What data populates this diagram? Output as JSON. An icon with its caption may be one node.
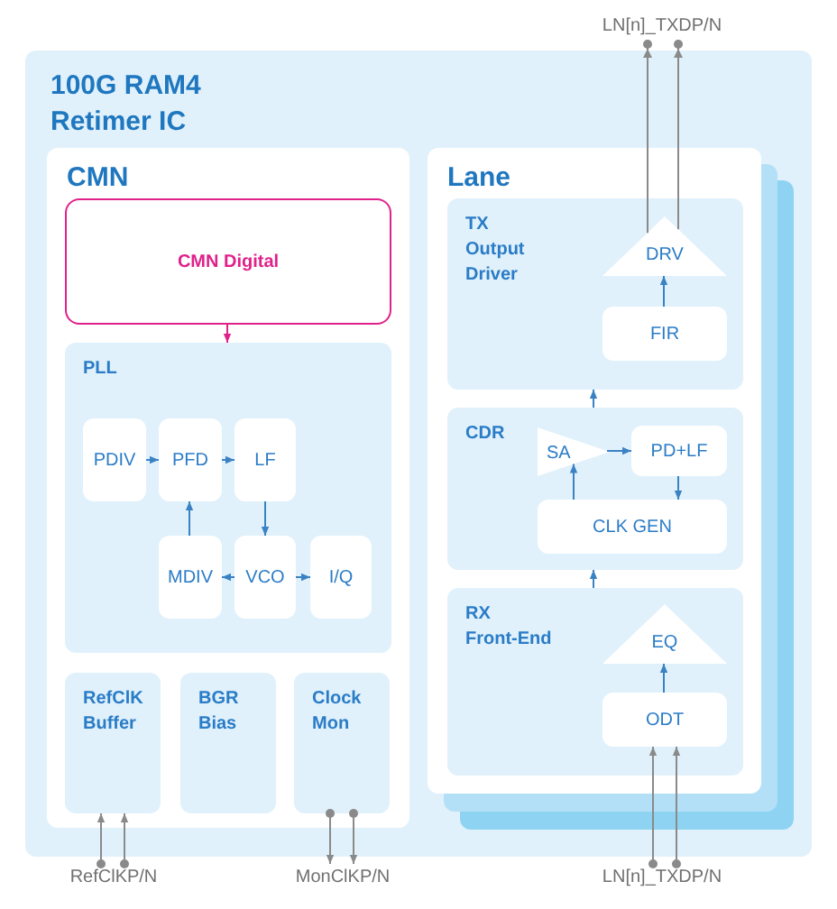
{
  "diagram": {
    "nodes": [
      {
        "text": [
          "100G RAM4 Retimer IC"
        ]
      },
      {
        "text": [
          "CMN"
        ],
        "in": 0
      },
      {
        "text": [
          "CMN Digital"
        ],
        "in": 1
      },
      {
        "text": [
          "PLL"
        ],
        "in": 1
      },
      {
        "text": [
          "PDIV"
        ],
        "in": 3
      },
      {
        "text": [
          "PFD"
        ],
        "in": 3
      },
      {
        "text": [
          "LF"
        ],
        "in": 3
      },
      {
        "text": [
          "MDIV"
        ],
        "in": 3
      },
      {
        "text": [
          "VCO"
        ],
        "in": 3
      },
      {
        "text": [
          "I/Q"
        ],
        "in": 3
      },
      {
        "text": [
          "RefClK Buffer"
        ],
        "in": 1
      },
      {
        "text": [
          "BGR Bias"
        ],
        "in": 1
      },
      {
        "text": [
          "Clock Mon"
        ],
        "in": 1
      },
      {
        "text": [
          "Lane"
        ],
        "in": 0
      },
      {
        "text": [
          "TX Output Driver"
        ],
        "in": 13
      },
      {
        "text": [
          "DRV"
        ],
        "in": 14
      },
      {
        "text": [
          "FIR"
        ],
        "in": 14
      },
      {
        "text": [
          "CDR"
        ],
        "in": 13
      },
      {
        "text": [
          "SA"
        ],
        "in": 17
      },
      {
        "text": [
          "PD+LF"
        ],
        "in": 17
      },
      {
        "text": [
          "CLK GEN"
        ],
        "in": 17
      },
      {
        "text": [
          "RX Front-End"
        ],
        "in": 13
      },
      {
        "text": [
          "EQ"
        ],
        "in": 21
      },
      {
        "text": [
          "ODT"
        ],
        "in": 21
      },
      {
        "text": [
          "LN[n]_TXDP/N"
        ]
      },
      {
        "text": [
          "RefClKP/N"
        ]
      },
      {
        "text": [
          "MonClKP/N"
        ]
      },
      {
        "text": [
          "LN[n]_TXDP/N"
        ]
      }
    ],
    "edges": [
      {
        "from": 2,
        "to": 3,
        "arrow": "to",
        "color": "#e0218a"
      },
      {
        "from": 4,
        "to": 5,
        "arrow": "to"
      },
      {
        "from": 5,
        "to": 6,
        "arrow": "to"
      },
      {
        "from": 6,
        "to": 8,
        "arrow": "to"
      },
      {
        "from": 8,
        "to": 7,
        "arrow": "to"
      },
      {
        "from": 8,
        "to": 9,
        "arrow": "to"
      },
      {
        "from": 7,
        "to": 5,
        "arrow": "to"
      },
      {
        "from": 16,
        "to": 15,
        "arrow": "to"
      },
      {
        "from": 15,
        "to": 24,
        "arrow": "to",
        "color": "#8a8a8a"
      },
      {
        "from": 15,
        "to": 24,
        "arrow": "to",
        "color": "#8a8a8a"
      },
      {
        "from": 17,
        "to": 14,
        "arrow": "to"
      },
      {
        "from": 18,
        "to": 19,
        "arrow": "to"
      },
      {
        "from": 19,
        "to": 20,
        "arrow": "to"
      },
      {
        "from": 20,
        "to": 18,
        "arrow": "to"
      },
      {
        "from": 21,
        "to": 17,
        "arrow": "to"
      },
      {
        "from": 23,
        "to": 22,
        "arrow": "to"
      },
      {
        "from": 25,
        "to": 10,
        "arrow": "to",
        "color": "#8a8a8a"
      },
      {
        "from": 25,
        "to": 10,
        "arrow": "to",
        "color": "#8a8a8a"
      },
      {
        "from": 12,
        "to": 26,
        "arrow": "to",
        "color": "#8a8a8a"
      },
      {
        "from": 12,
        "to": 26,
        "arrow": "to",
        "color": "#8a8a8a"
      },
      {
        "from": 27,
        "to": 23,
        "arrow": "to",
        "color": "#8a8a8a"
      },
      {
        "from": 27,
        "to": 23,
        "arrow": "to",
        "color": "#8a8a8a"
      }
    ]
  }
}
